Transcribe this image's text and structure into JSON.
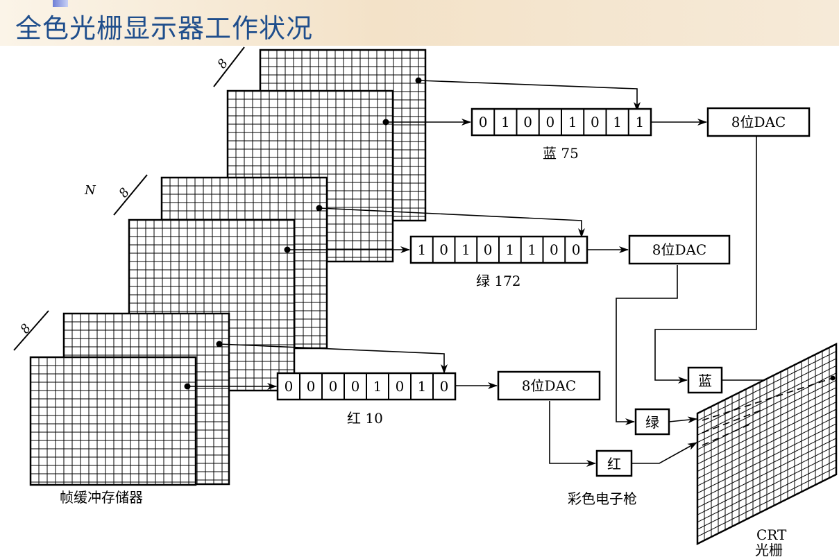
{
  "title": "全色光栅显示器工作状况",
  "diagram": {
    "frame_buffer_label": "帧缓冲存储器",
    "plane_count_label": "N",
    "plane_depth_label": "8",
    "dac_label": "8位DAC",
    "gun_label": "彩色电子枪",
    "crt_label_line1": "CRT",
    "crt_label_line2": "光栅",
    "channels": [
      {
        "color": "蓝",
        "register_label": "蓝 75",
        "value": 75,
        "bits": [
          "0",
          "1",
          "0",
          "0",
          "1",
          "0",
          "1",
          "1"
        ]
      },
      {
        "color": "绿",
        "register_label": "绿 172",
        "value": 172,
        "bits": [
          "1",
          "0",
          "1",
          "0",
          "1",
          "1",
          "0",
          "0"
        ]
      },
      {
        "color": "红",
        "register_label": "红 10",
        "value": 10,
        "bits": [
          "0",
          "0",
          "0",
          "0",
          "1",
          "0",
          "1",
          "0"
        ]
      }
    ]
  }
}
